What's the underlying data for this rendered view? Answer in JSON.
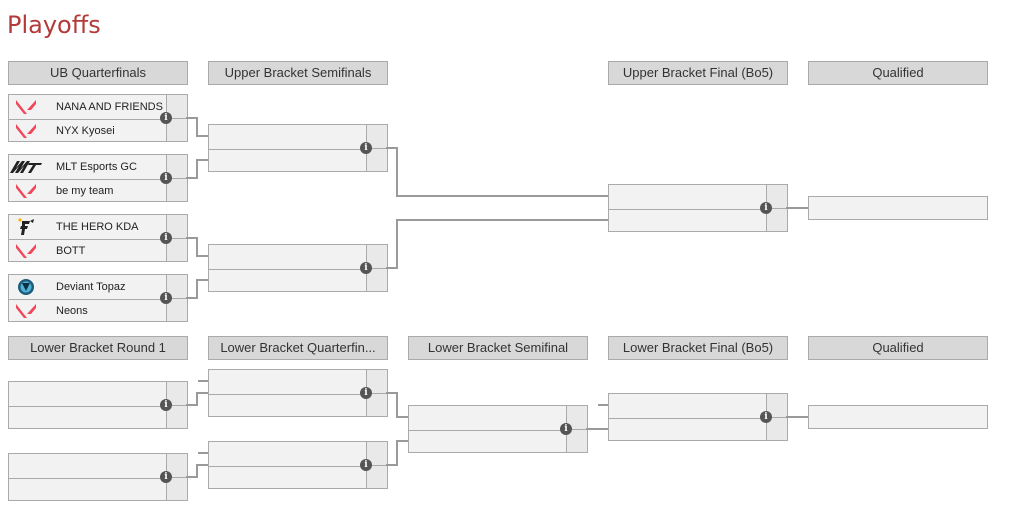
{
  "page": {
    "title": "Playoffs"
  },
  "headers": {
    "ub_quarterfinals": "UB Quarterfinals",
    "ub_semifinals": "Upper Bracket Semifinals",
    "ub_final": "Upper Bracket Final (Bo5)",
    "ub_qualified": "Qualified",
    "lb_round1": "Lower Bracket Round 1",
    "lb_quarterfinals": "Lower Bracket Quarterfin...",
    "lb_semifinal": "Lower Bracket Semifinal",
    "lb_final": "Lower Bracket Final (Bo5)",
    "lb_qualified": "Qualified"
  },
  "info_glyph": "i",
  "matches": {
    "ubqf1": {
      "team1": "NANA AND FRIENDS",
      "team2": "NYX Kyosei",
      "logo1": "valorant-logo",
      "logo2": "valorant-logo"
    },
    "ubqf2": {
      "team1": "MLT Esports GC",
      "team2": "be my team",
      "logo1": "mlt-logo",
      "logo2": "valorant-logo"
    },
    "ubqf3": {
      "team1": "THE HERO KDA",
      "team2": "BOTT",
      "logo1": "hero-kda-logo",
      "logo2": "valorant-logo"
    },
    "ubqf4": {
      "team1": "Deviant Topaz",
      "team2": "Neons",
      "logo1": "deviant-logo",
      "logo2": "valorant-logo"
    }
  },
  "colors": {
    "title": "#b23a3a",
    "header_bg": "#d8d8d8",
    "match_bg": "#f2f2f2",
    "connector": "#9a9a9a",
    "valorant_red": "#f0485a"
  }
}
